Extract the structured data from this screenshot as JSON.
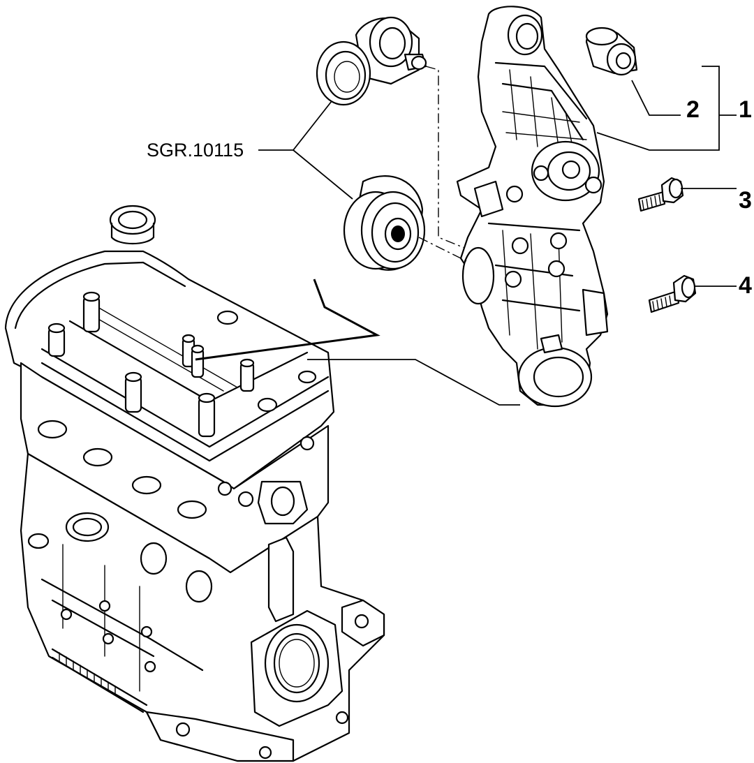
{
  "reference_label": "SGR.10115",
  "callouts": [
    {
      "id": "1",
      "label": "1"
    },
    {
      "id": "2",
      "label": "2"
    },
    {
      "id": "3",
      "label": "3"
    },
    {
      "id": "4",
      "label": "4"
    }
  ]
}
